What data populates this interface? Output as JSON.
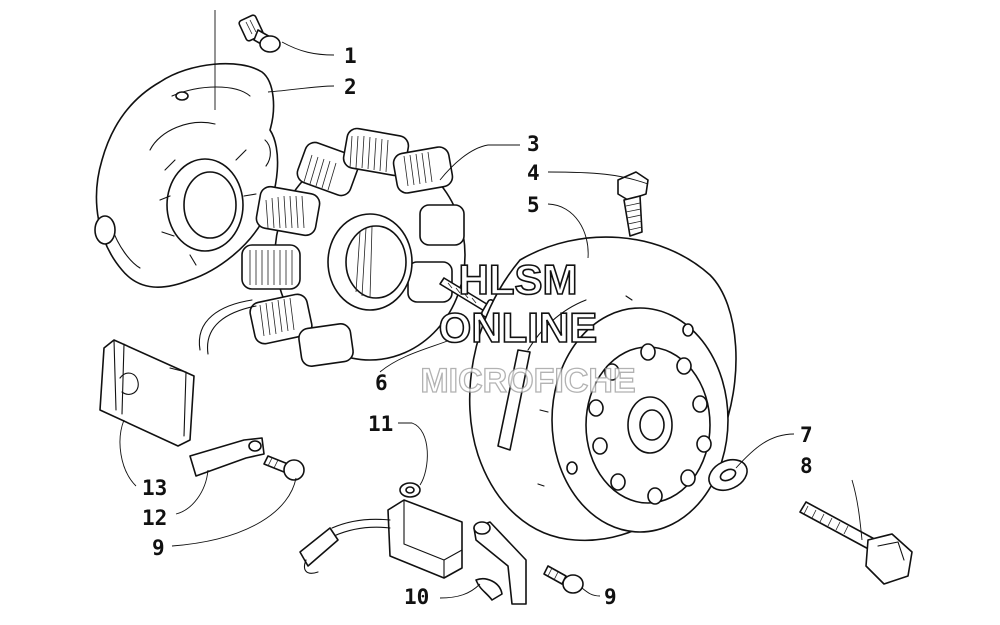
{
  "callouts": {
    "c1": "1",
    "c2": "2",
    "c3": "3",
    "c4": "4",
    "c5": "5",
    "c6": "6",
    "c7": "7",
    "c8": "8",
    "c9a": "9",
    "c9b": "9",
    "c10": "10",
    "c11": "11",
    "c12": "12",
    "c13": "13"
  },
  "watermark": {
    "line1": "HLSM",
    "line2": "ONLINE",
    "line3": "MICROFICHE"
  }
}
